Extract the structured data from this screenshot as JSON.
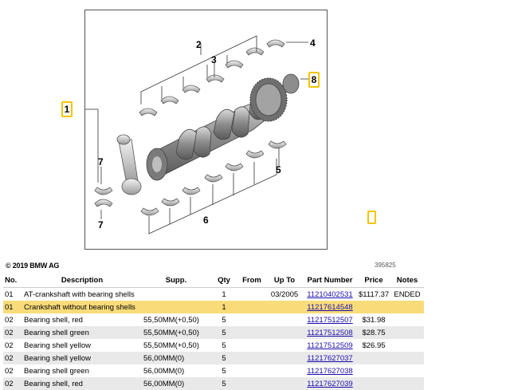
{
  "diagram": {
    "callouts": {
      "c1": "1",
      "c2": "2",
      "c3": "3",
      "c4": "4",
      "c5": "5",
      "c6": "6",
      "c7a": "7",
      "c7b": "7",
      "c8": "8"
    },
    "copyright": "© 2019 BMW AG",
    "diagram_id": "395825",
    "highlight_color": "#f2c500"
  },
  "table": {
    "headers": {
      "no": "No.",
      "description": "Description",
      "supp": "Supp.",
      "qty": "Qty",
      "from": "From",
      "upto": "Up To",
      "part_number": "Part Number",
      "price": "Price",
      "notes": "Notes"
    },
    "rows": [
      {
        "no": "01",
        "description": "AT-crankshaft with bearing shells",
        "supp": "",
        "qty": "1",
        "from": "",
        "upto": "03/2005",
        "part_number": "11210402531",
        "price": "$1117.37",
        "notes": "ENDED"
      },
      {
        "no": "01",
        "description": "Crankshaft without bearing shells",
        "supp": "",
        "qty": "1",
        "from": "",
        "upto": "",
        "part_number": "11217614548",
        "price": "",
        "notes": ""
      },
      {
        "no": "02",
        "description": "Bearing shell, red",
        "supp": "55,50MM(+0,50)",
        "qty": "5",
        "from": "",
        "upto": "",
        "part_number": "11217512507",
        "price": "$31.98",
        "notes": ""
      },
      {
        "no": "02",
        "description": "Bearing shell green",
        "supp": "55,50MM(+0,50)",
        "qty": "5",
        "from": "",
        "upto": "",
        "part_number": "11217512508",
        "price": "$28.75",
        "notes": ""
      },
      {
        "no": "02",
        "description": "Bearing shell yellow",
        "supp": "55,50MM(+0,50)",
        "qty": "5",
        "from": "",
        "upto": "",
        "part_number": "11217512509",
        "price": "$26.95",
        "notes": ""
      },
      {
        "no": "02",
        "description": "Bearing shell yellow",
        "supp": "56,00MM(0)",
        "qty": "5",
        "from": "",
        "upto": "",
        "part_number": "11217627037",
        "price": "",
        "notes": ""
      },
      {
        "no": "02",
        "description": "Bearing shell green",
        "supp": "56,00MM(0)",
        "qty": "5",
        "from": "",
        "upto": "",
        "part_number": "11217627038",
        "price": "",
        "notes": ""
      },
      {
        "no": "02",
        "description": "Bearing shell, red",
        "supp": "56,00MM(0)",
        "qty": "5",
        "from": "",
        "upto": "",
        "part_number": "11217627039",
        "price": "",
        "notes": ""
      }
    ],
    "selected_row_color": "#f9dc7a",
    "link_color": "#1a0dab"
  }
}
